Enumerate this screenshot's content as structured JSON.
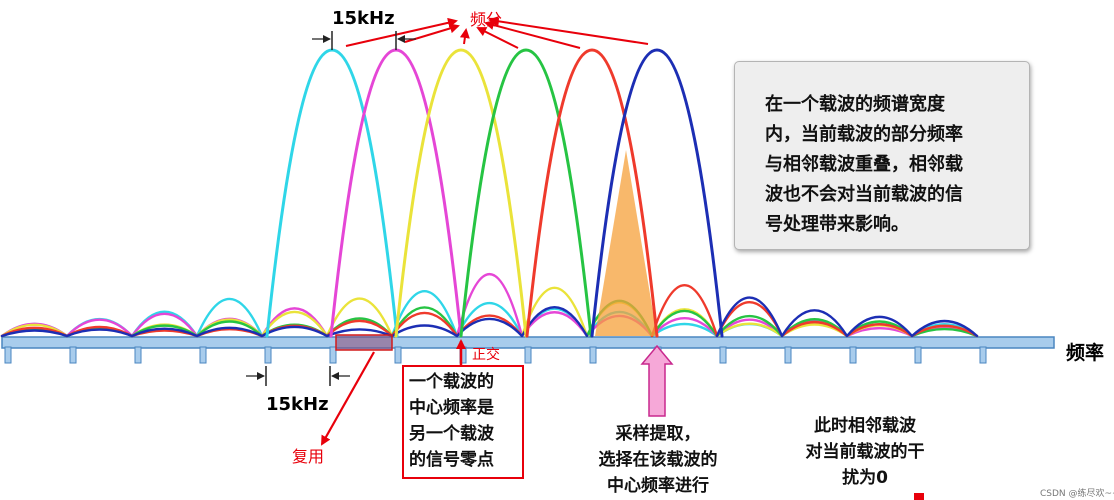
{
  "colors": {
    "carriers": [
      "#2fd6e8",
      "#e546d6",
      "#eae33a",
      "#26c443",
      "#ef3a2c",
      "#1c2eb4"
    ],
    "side_lobes": [
      "#2fd6e8",
      "#e546d6",
      "#eae33a",
      "#26c443",
      "#ef3a2c",
      "#1c2eb4"
    ],
    "axis_fill": "#a8ccec",
    "axis_stroke": "#4a86c0",
    "annotation_red": "#e8000b",
    "overlap_fill": "#f5a03a",
    "sample_arrow": "#f6a8d8"
  },
  "labels": {
    "freq_split": "频分",
    "spacing_top": "15kHz",
    "spacing_bottom": "15kHz",
    "frequency_axis": "频率",
    "orthogonal": "正交",
    "multiplex": "复用",
    "watermark": "CSDN @练尽欢~~"
  },
  "info_box": {
    "lines": [
      "在一个载波的频谱宽度",
      "内，当前载波的部分频率",
      "与相邻载波重叠，相邻载",
      "波也不会对当前载波的信",
      "号处理带来影响。"
    ]
  },
  "center_note": {
    "lines": [
      "一个载波的",
      "中心频率是",
      "另一个载波",
      "的信号零点"
    ]
  },
  "sample_note": {
    "lines": [
      "采样提取，",
      "选择在该载波的",
      "中心频率进行"
    ]
  },
  "zero_note": {
    "lines": [
      "此时相邻载波",
      "对当前载波的干",
      "扰为0"
    ]
  }
}
